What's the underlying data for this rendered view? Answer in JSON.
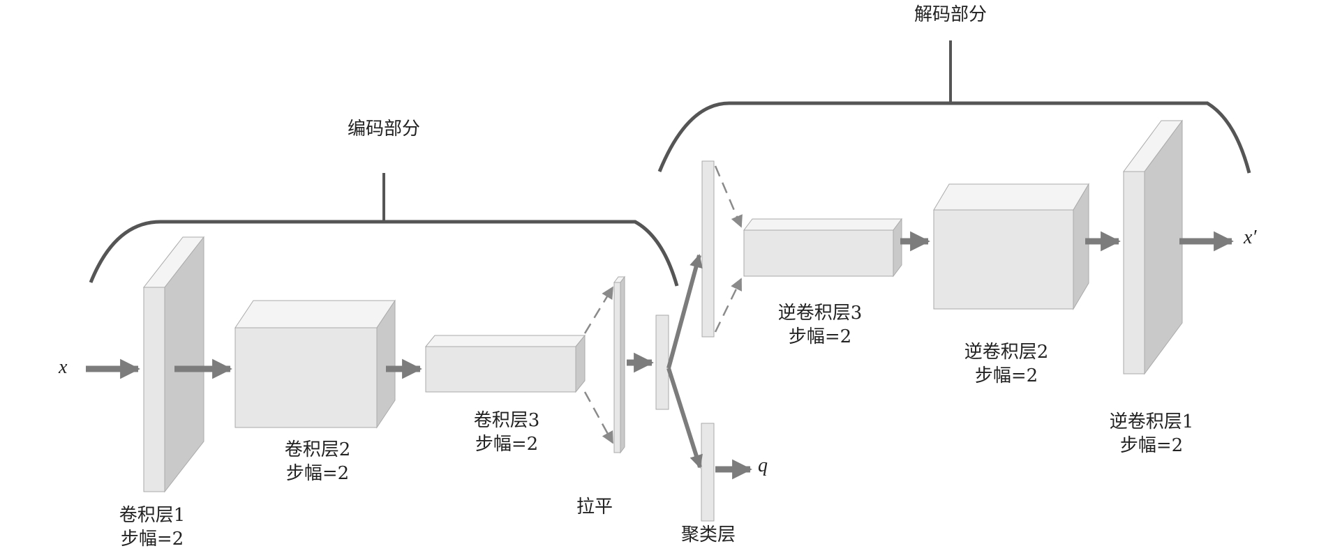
{
  "encoder_label": "编码部分",
  "decoder_label": "解码部分",
  "input_symbol": "x",
  "output_symbol": "x′",
  "cluster_output_symbol": "q",
  "layers": {
    "conv1": [
      "卷积层1",
      "步幅=2"
    ],
    "conv2": [
      "卷积层2",
      "步幅=2"
    ],
    "conv3": [
      "卷积层3",
      "步幅=2"
    ],
    "flatten": [
      "拉平"
    ],
    "cluster": [
      "聚类层"
    ],
    "deconv3": [
      "逆卷积层3",
      "步幅=2"
    ],
    "deconv2": [
      "逆卷积层2",
      "步幅=2"
    ],
    "deconv1": [
      "逆卷积层1",
      "步幅=2"
    ]
  },
  "colors": {
    "block_front": "#e7e7e7",
    "block_top": "#f4f4f4",
    "block_side": "#c9c9c9",
    "arrow": "#7c7c7c",
    "brace": "#555555"
  }
}
